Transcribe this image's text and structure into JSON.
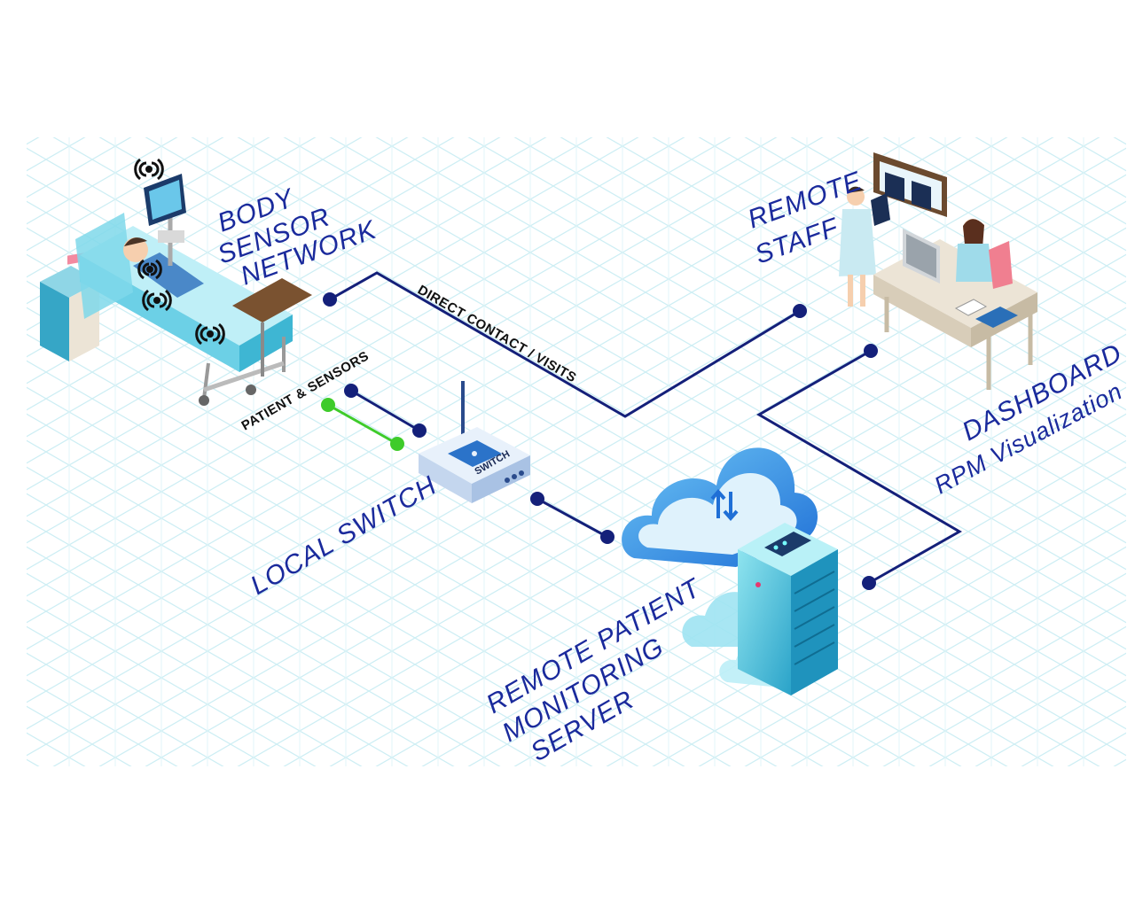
{
  "labels": {
    "body_sensor_network": [
      "BODY",
      "SENSOR",
      "NETWORK"
    ],
    "remote_staff": [
      "REMOTE",
      "STAFF"
    ],
    "dashboard": [
      "DASHBOARD",
      "RPM Visualization"
    ],
    "direct_contact": "DIRECT CONTACT / VISITS",
    "patient_sensors": "PATIENT & SENSORS",
    "local_switch": "LOCAL SWITCH",
    "switch_device": "SWITCH",
    "rpm_server": [
      "REMOTE PATIENT",
      "MONITORING",
      "SERVER"
    ]
  },
  "colors": {
    "link_line": "#14207a",
    "sensor_link": "#3ecb2a",
    "label_text": "#1a2a9c",
    "grid": "#cfeef3",
    "cloud": "#2f8fe0",
    "server": "#3ab6d8"
  }
}
